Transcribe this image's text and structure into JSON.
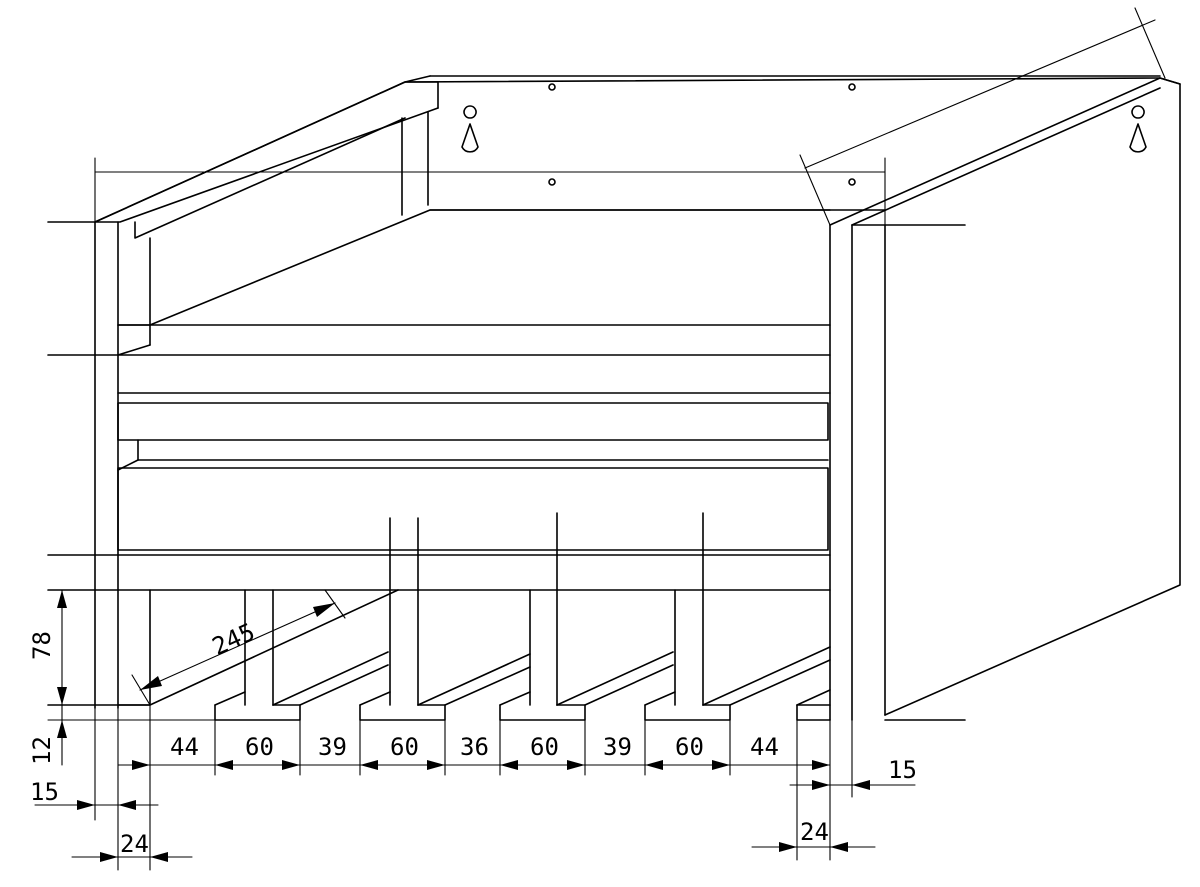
{
  "drawing": {
    "line_color": "#000000",
    "background_color": "#ffffff",
    "dimensions": {
      "depth": "245",
      "leg_height": "78",
      "base_thickness": "12",
      "left_offset": "15",
      "left_panel": "24",
      "right_offset": "15",
      "right_panel": "24",
      "gaps": [
        "44",
        "60",
        "39",
        "60",
        "36",
        "60",
        "39",
        "60",
        "44"
      ]
    },
    "features": [
      "keyhole-hanger-left",
      "keyhole-hanger-right",
      "screw-holes",
      "drawer-front",
      "shelf-rail"
    ]
  }
}
